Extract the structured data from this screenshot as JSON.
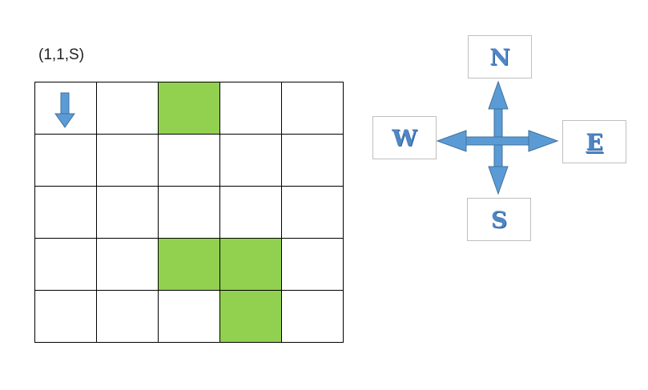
{
  "state_label": "(1,1,S)",
  "grid": {
    "rows": [
      [
        {
          "fill": "white",
          "robot": "down"
        },
        {
          "fill": "white"
        },
        {
          "fill": "green"
        },
        {
          "fill": "white"
        },
        {
          "fill": "white"
        }
      ],
      [
        {
          "fill": "white"
        },
        {
          "fill": "white"
        },
        {
          "fill": "white"
        },
        {
          "fill": "white"
        },
        {
          "fill": "white"
        }
      ],
      [
        {
          "fill": "white"
        },
        {
          "fill": "white"
        },
        {
          "fill": "white"
        },
        {
          "fill": "white"
        },
        {
          "fill": "white"
        }
      ],
      [
        {
          "fill": "white"
        },
        {
          "fill": "white"
        },
        {
          "fill": "green"
        },
        {
          "fill": "green"
        },
        {
          "fill": "white"
        }
      ],
      [
        {
          "fill": "white"
        },
        {
          "fill": "white"
        },
        {
          "fill": "white"
        },
        {
          "fill": "green"
        },
        {
          "fill": "white"
        }
      ]
    ]
  },
  "compass": {
    "north": "N",
    "south": "S",
    "east": "E",
    "west": "W"
  },
  "colors": {
    "obstacle": "#92d050",
    "arrow": "#5b9bd5",
    "grid_line": "#000000"
  }
}
